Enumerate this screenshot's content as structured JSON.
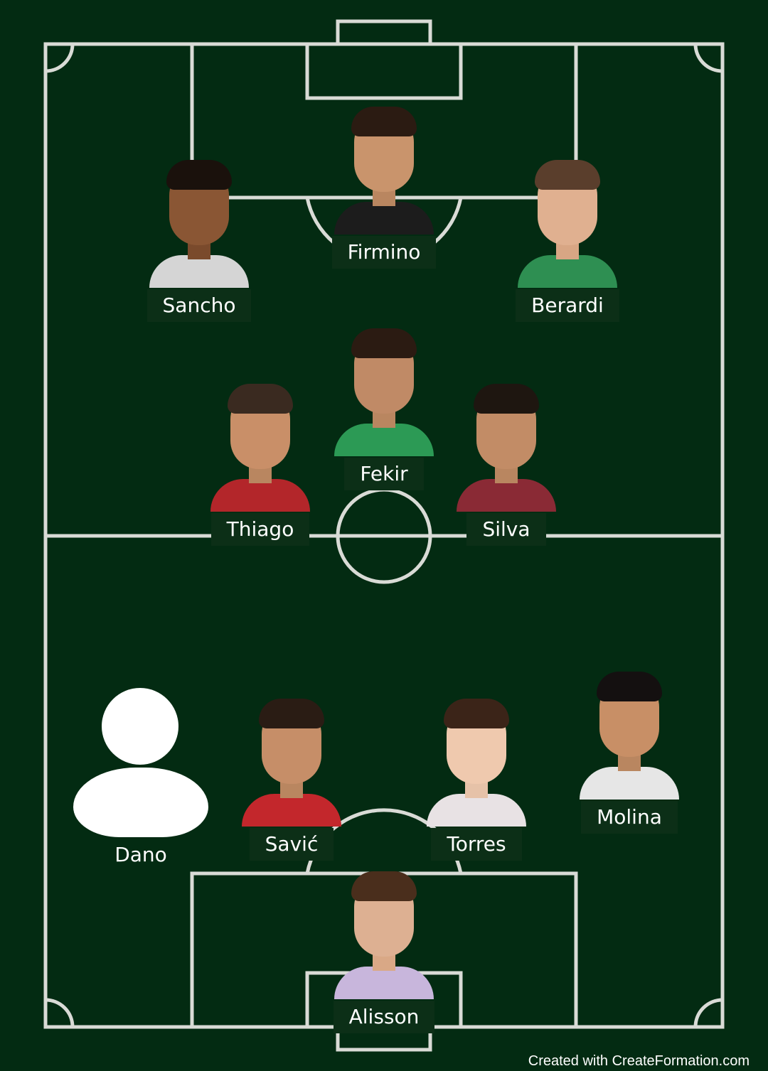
{
  "players": {
    "firmino": {
      "name": "Firmino",
      "shirt_color": "#1c1c1c"
    },
    "sancho": {
      "name": "Sancho",
      "shirt_color": "#d5d5d5"
    },
    "berardi": {
      "name": "Berardi",
      "shirt_color": "#2e8f52"
    },
    "fekir": {
      "name": "Fekir",
      "shirt_color": "#2c9a55"
    },
    "thiago": {
      "name": "Thiago",
      "shirt_color": "#b3262a"
    },
    "silva": {
      "name": "Silva",
      "shirt_color": "#8a2a35"
    },
    "dano": {
      "name": "Dano",
      "photo": "avatar-placeholder-icon"
    },
    "savic": {
      "name": "Savić",
      "shirt_color": "#c3272c"
    },
    "torres": {
      "name": "Torres",
      "shirt_color": "#e8e2e4"
    },
    "molina": {
      "name": "Molina",
      "shirt_color": "#e6e6e6"
    },
    "alisson": {
      "name": "Alisson",
      "shirt_color": "#c8b6dc"
    }
  },
  "credit": "Created with CreateFormation.com",
  "colors": {
    "pitch": "#032b12",
    "lines": "#d9dbd6",
    "label_bg": "#0c2f17",
    "text": "#ffffff"
  }
}
